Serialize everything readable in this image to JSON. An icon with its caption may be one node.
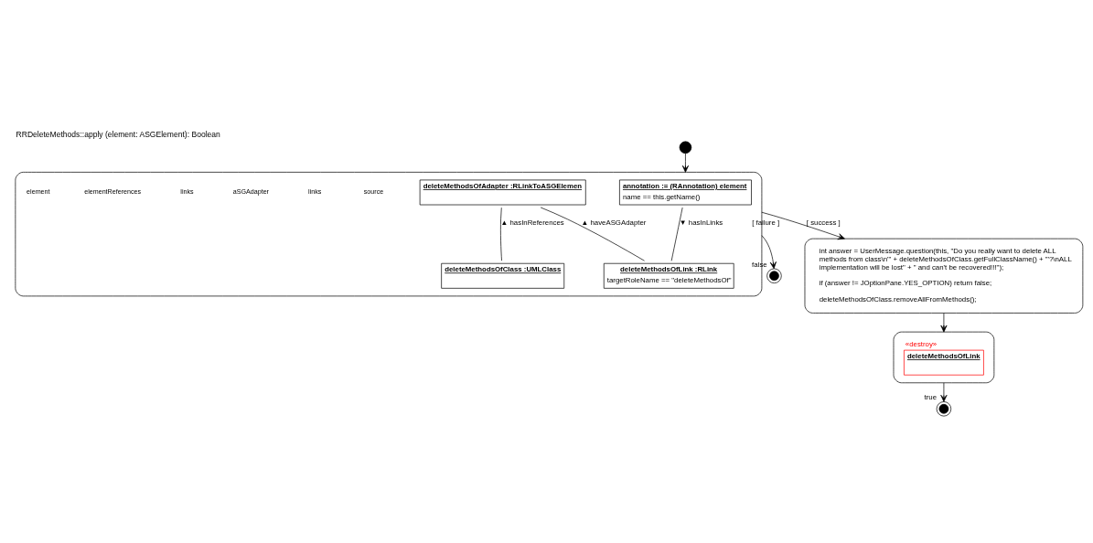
{
  "diagram": {
    "title": "RRDeleteMethods::apply (element: ASGElement): Boolean",
    "nodes": [
      {
        "text": [],
        "shape": "circle"
      },
      {
        "text": [],
        "shape": "box"
      },
      {
        "text": [
          "annotation := (RAnnotation) element",
          "name == this.getName()"
        ],
        "in": 1
      },
      {
        "text": [
          "deleteMethodsOfAdapter :RLinkToASGElemen"
        ],
        "in": 1
      },
      {
        "text": [
          "deleteMethodsOfLink :RLink",
          "targetRoleName == \"deleteMethodsOf\""
        ],
        "in": 1
      },
      {
        "text": [
          "deleteMethodsOfClass :UMLClass"
        ],
        "in": 1
      },
      {
        "text": [],
        "shape": "circle",
        "beside": [
          "false"
        ]
      },
      {
        "text": [],
        "shape": "circle",
        "beside": [
          "true"
        ]
      },
      {
        "text": [
          "int answer = UserMessage.question(this, \"Do you really want to delete ALL methods from class\\n'\" + deleteMethodsOfClass.getFullClassName() + \"'?\\nALL implementation will be lost\" + \" and can't be recovered!!!\");",
          "if (answer != JOptionPane.YES_OPTION) return false;",
          "deleteMethodsOfClass.removeAllFromMethods();"
        ]
      },
      {
        "text": [],
        "shape": "box"
      },
      {
        "text": [
          "«destroy»",
          "deleteMethodsOfLink"
        ],
        "in": 9
      }
    ],
    "edges": [
      {
        "from": 0,
        "to": 1,
        "arrow": "to"
      },
      {
        "from": 2,
        "to": 4,
        "arrow": "none",
        "label": "▼ hasInLinks"
      },
      {
        "from": 3,
        "to": 4,
        "arrow": "none",
        "label": "▲ haveASGAdapter"
      },
      {
        "from": 3,
        "to": 5,
        "arrow": "none",
        "label": "▲ hasInReferences"
      },
      {
        "from": 1,
        "to": 6,
        "arrow": "to",
        "label": "[ failure ]"
      },
      {
        "from": 1,
        "to": 8,
        "arrow": "to",
        "label": "[ success ]"
      },
      {
        "from": 8,
        "to": 9,
        "arrow": "to"
      },
      {
        "from": 9,
        "to": 7,
        "arrow": "to"
      }
    ],
    "labels": [
      "source",
      "links",
      "aSGAdapter",
      "links",
      "elementReferences",
      "element"
    ]
  }
}
